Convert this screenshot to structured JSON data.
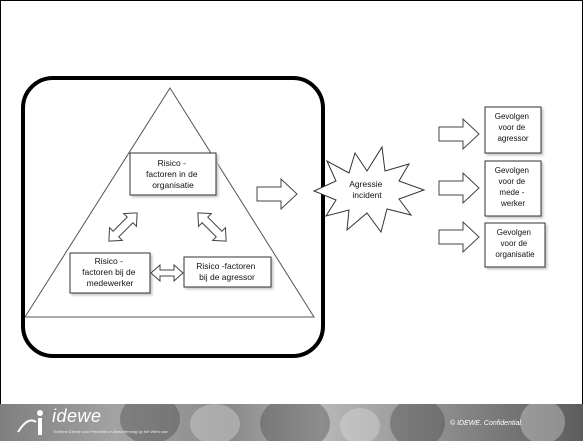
{
  "diagram": {
    "triangle_boxes": {
      "organisatie": [
        "Risico -",
        "factoren in de",
        "organisatie"
      ],
      "medewerker": [
        "Risico -",
        "factoren bij de",
        "medewerker"
      ],
      "agressor": [
        "Risico -factoren",
        "bij de agressor"
      ]
    },
    "incident": [
      "Agressie",
      "incident"
    ],
    "gevolgen": [
      [
        "Gevolgen",
        "voor de",
        "agressor"
      ],
      [
        "Gevolgen",
        "voor de",
        "mede -",
        "werker"
      ],
      [
        "Gevolgen",
        "voor de",
        "organisatie"
      ]
    ]
  },
  "footer": {
    "logo": "idewe",
    "tagline": "Externe Dienst voor Preventie en Bescherming op het Werk vzw",
    "confidential": "© IDEWE. Confidential."
  }
}
